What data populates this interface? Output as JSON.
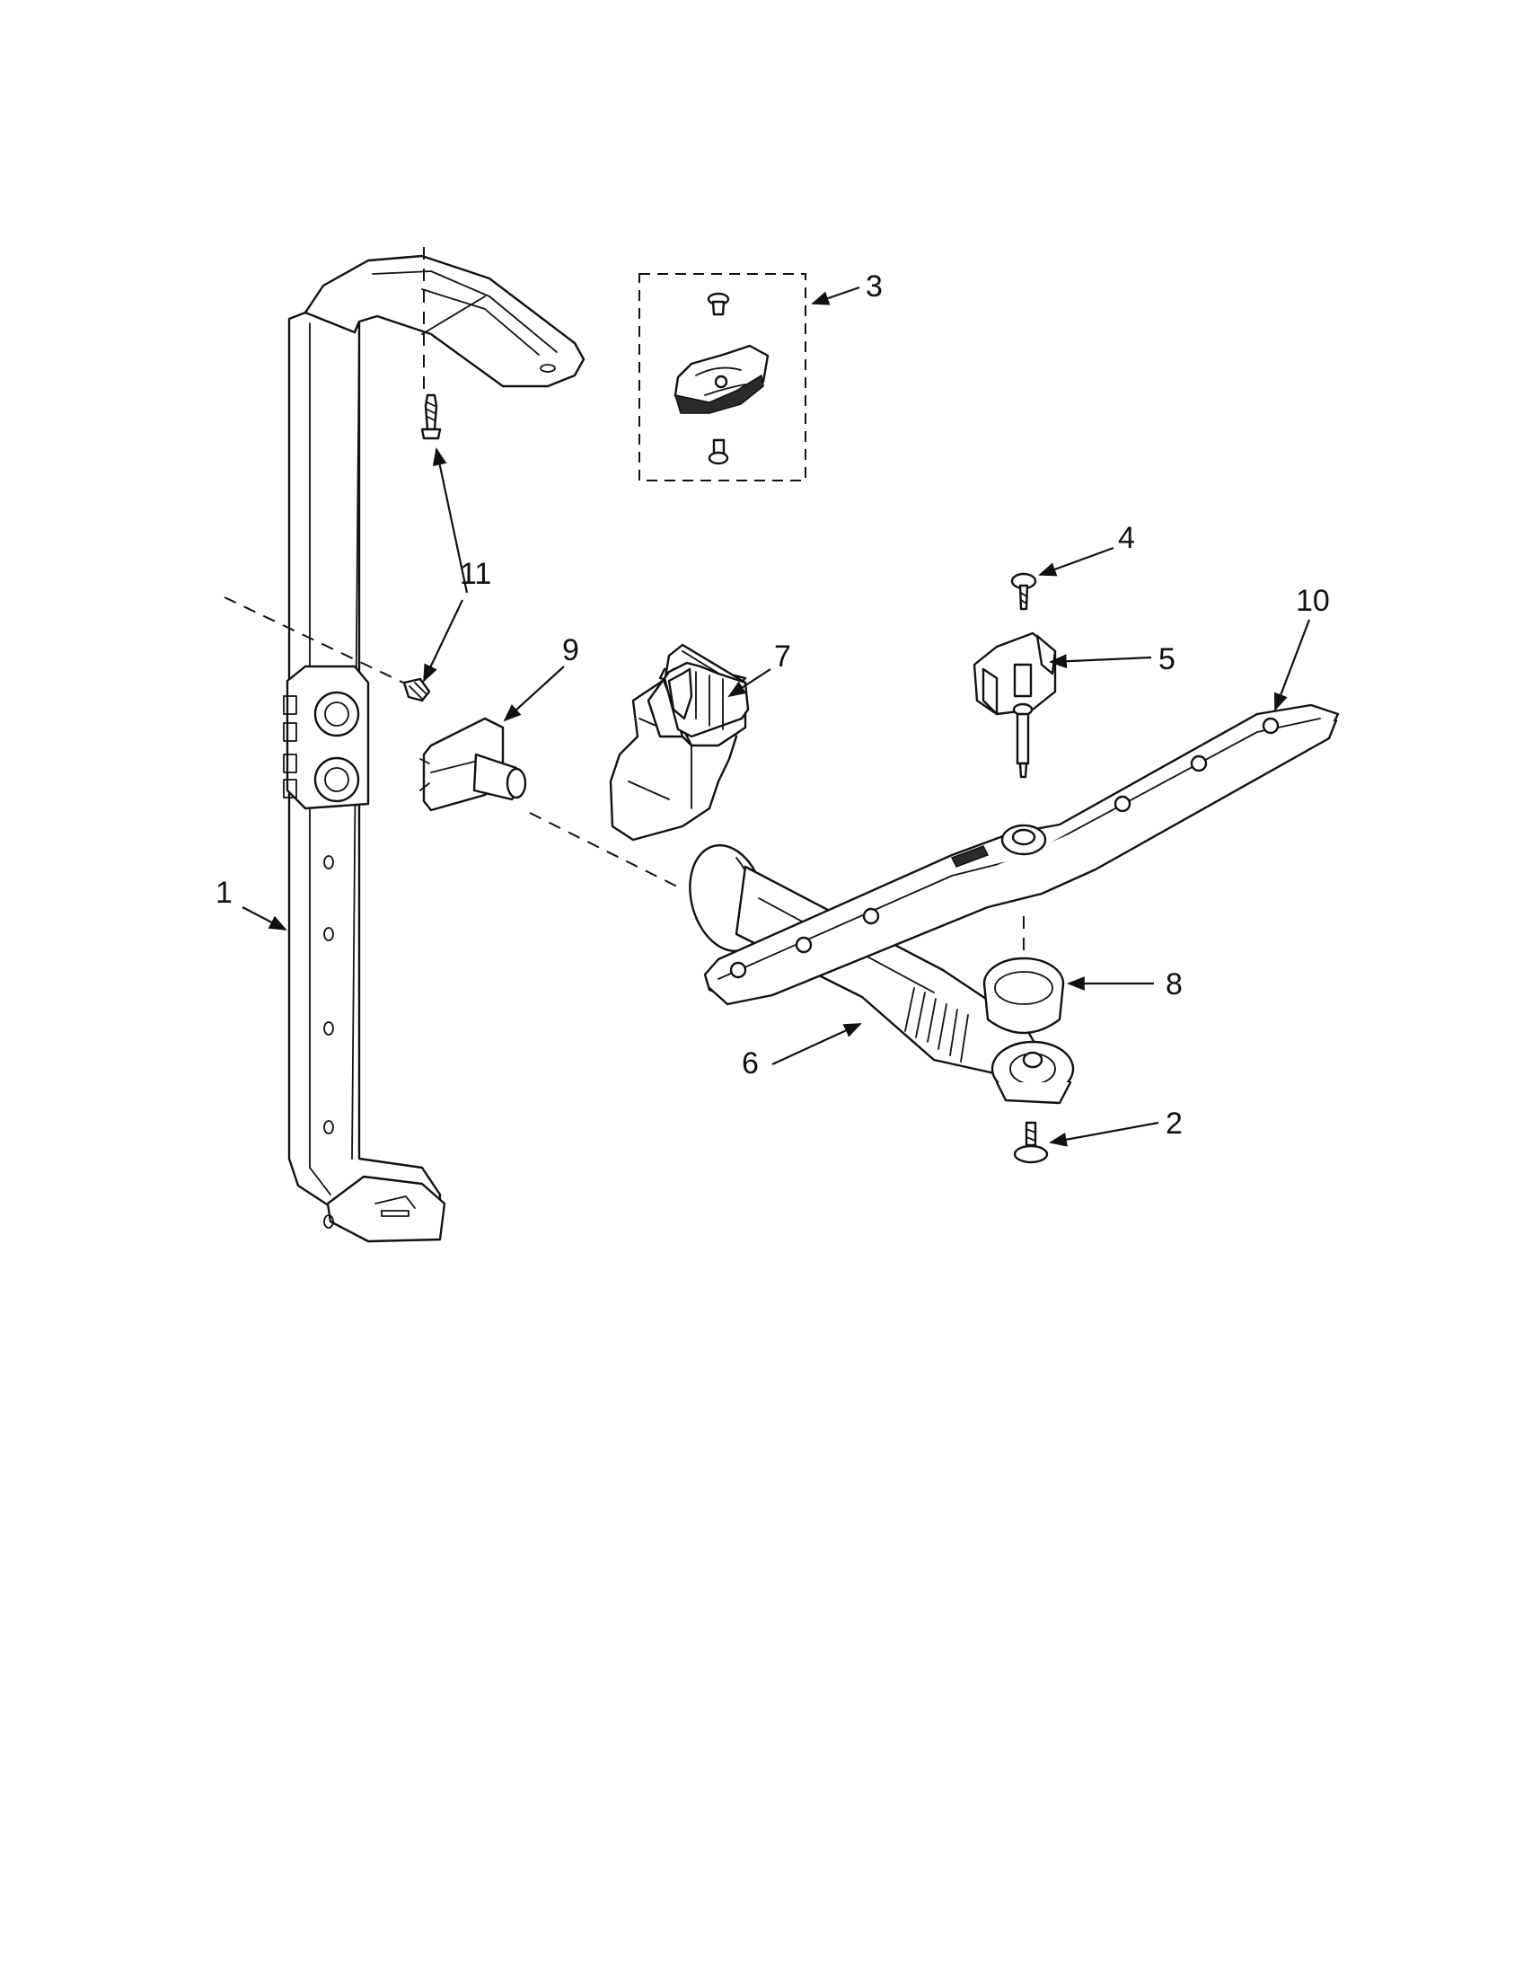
{
  "callouts": [
    {
      "id": "1",
      "label": "1"
    },
    {
      "id": "2",
      "label": "2"
    },
    {
      "id": "3",
      "label": "3"
    },
    {
      "id": "4",
      "label": "4"
    },
    {
      "id": "5",
      "label": "5"
    },
    {
      "id": "6",
      "label": "6"
    },
    {
      "id": "7",
      "label": "7"
    },
    {
      "id": "8",
      "label": "8"
    },
    {
      "id": "9",
      "label": "9"
    },
    {
      "id": "10",
      "label": "10"
    },
    {
      "id": "11",
      "label": "11"
    }
  ],
  "colors": {
    "line": "#111111",
    "background": "#ffffff"
  }
}
